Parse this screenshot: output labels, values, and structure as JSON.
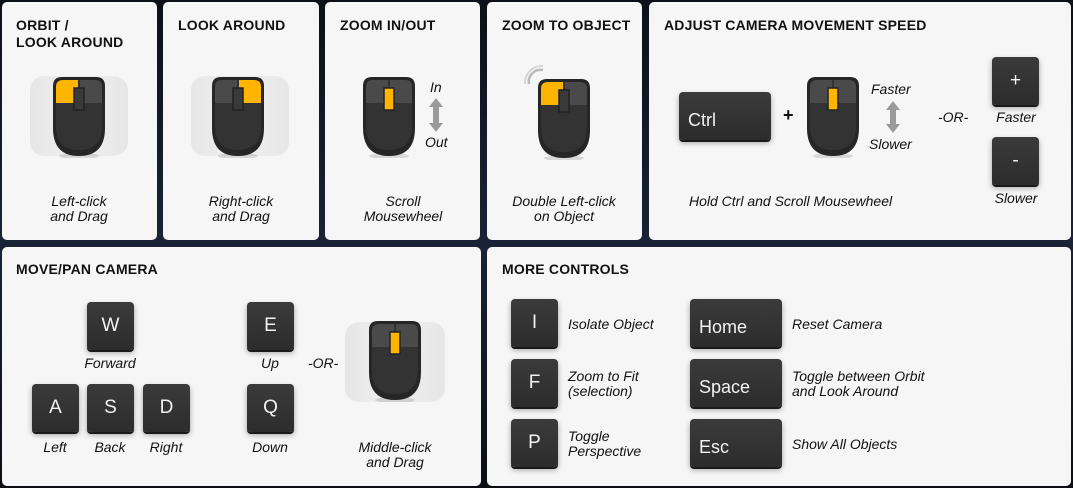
{
  "panels": {
    "orbit": {
      "title1": "ORBIT /",
      "title2": "LOOK AROUND",
      "cap1": "Left-click",
      "cap2": "and Drag"
    },
    "look": {
      "title": "LOOK AROUND",
      "cap1": "Right-click",
      "cap2": "and Drag"
    },
    "zoom": {
      "title": "ZOOM IN/OUT",
      "in": "In",
      "out": "Out",
      "cap1": "Scroll",
      "cap2": "Mousewheel"
    },
    "zoomobj": {
      "title": "ZOOM TO OBJECT",
      "cap1": "Double Left-click",
      "cap2": "on Object"
    },
    "speed": {
      "title": "ADJUST CAMERA MOVEMENT SPEED",
      "ctrl": "Ctrl",
      "plus": "+",
      "faster": "Faster",
      "slower": "Slower",
      "or": "-OR-",
      "plus_key": "+",
      "minus_key": "-",
      "faster2": "Faster",
      "slower2": "Slower",
      "caption": "Hold Ctrl and Scroll Mousewheel"
    },
    "move": {
      "title": "MOVE/PAN CAMERA",
      "keys": [
        {
          "k": "W",
          "l": "Forward"
        },
        {
          "k": "A",
          "l": "Left"
        },
        {
          "k": "S",
          "l": "Back"
        },
        {
          "k": "D",
          "l": "Right"
        },
        {
          "k": "E",
          "l": "Up"
        },
        {
          "k": "Q",
          "l": "Down"
        }
      ],
      "or": "-OR-",
      "cap1": "Middle-click",
      "cap2": "and Drag"
    },
    "more": {
      "title": "MORE CONTROLS",
      "items": [
        {
          "k": "I",
          "l1": "Isolate Object",
          "l2": ""
        },
        {
          "k": "F",
          "l1": "Zoom to Fit",
          "l2": "(selection)"
        },
        {
          "k": "P",
          "l1": "Toggle",
          "l2": "Perspective"
        },
        {
          "k": "Home",
          "l1": "Reset Camera",
          "l2": ""
        },
        {
          "k": "Space",
          "l1": "Toggle between Orbit",
          "l2": "and Look Around"
        },
        {
          "k": "Esc",
          "l1": "Show All Objects",
          "l2": ""
        }
      ]
    }
  },
  "colors": {
    "highlight": "#ffb400",
    "key": "#333333",
    "panel": "#f6f6f6"
  }
}
